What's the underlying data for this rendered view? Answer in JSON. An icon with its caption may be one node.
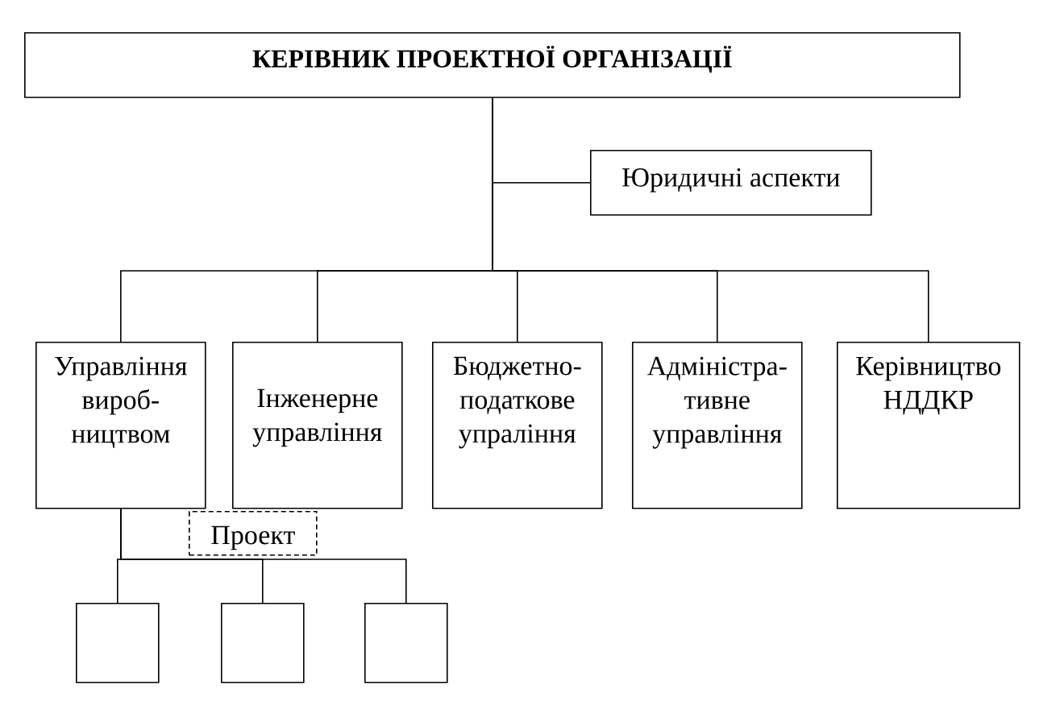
{
  "diagram": {
    "nodes": [
      {
        "text": [
          "КЕРІВНИК ПРОЕКТНОЇ ОРГАНІЗАЦІЇ"
        ]
      },
      {
        "text": [
          "Юридичні аспекти"
        ]
      },
      {
        "text": [
          "Управління вироб- ництвом"
        ]
      },
      {
        "text": [
          "Інженерне управління"
        ]
      },
      {
        "text": [
          "Бюджетно- податкове упраління"
        ]
      },
      {
        "text": [
          "Адміністра- тивне управління"
        ]
      },
      {
        "text": [
          "Керівництво НДДКР"
        ]
      },
      {
        "text": [
          "Проект"
        ]
      },
      {
        "text": [],
        "shape": "box"
      },
      {
        "text": [],
        "shape": "box"
      },
      {
        "text": [],
        "shape": "box"
      }
    ],
    "edges": [
      {
        "from": 0,
        "to": 1,
        "arrow": "none"
      },
      {
        "from": 0,
        "to": 2,
        "arrow": "none"
      },
      {
        "from": 0,
        "to": 3,
        "arrow": "none"
      },
      {
        "from": 0,
        "to": 4,
        "arrow": "none"
      },
      {
        "from": 0,
        "to": 5,
        "arrow": "none"
      },
      {
        "from": 0,
        "to": 6,
        "arrow": "none"
      },
      {
        "from": 2,
        "to": 8,
        "arrow": "none"
      },
      {
        "from": 2,
        "to": 9,
        "arrow": "none"
      },
      {
        "from": 2,
        "to": 10,
        "arrow": "none"
      }
    ]
  }
}
